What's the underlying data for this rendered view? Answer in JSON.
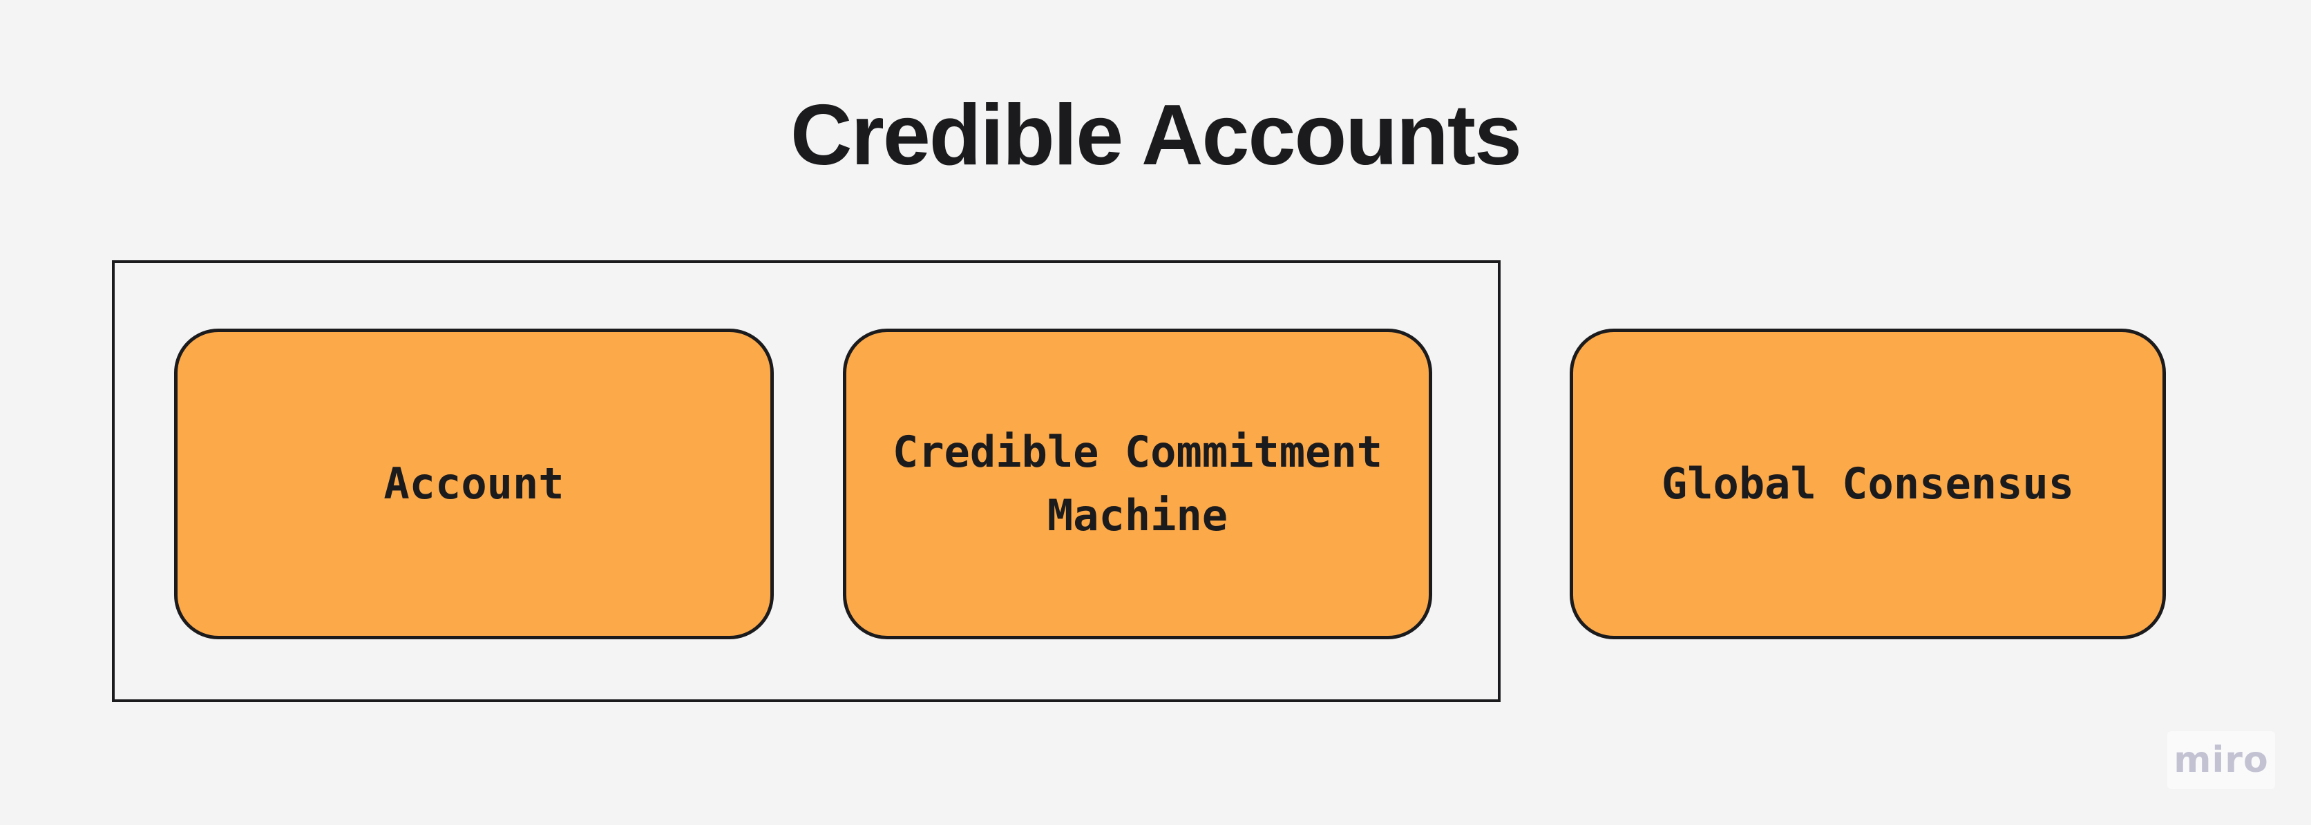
{
  "board": {
    "background_color": "#f4f4f5"
  },
  "title": {
    "text": "Credible Accounts",
    "color": "#1b1b1d"
  },
  "diagram": {
    "shape_fill_color": "#fca94a",
    "shape_border_color": "#1b1b1d",
    "label_color": "#1b1b1d",
    "container": {
      "type": "rectangle",
      "border_color": "#1b1b1d",
      "contains_labels": [
        "Account",
        "Credible Commitment Machine"
      ]
    },
    "nodes": [
      {
        "label": "Account",
        "in_container": true
      },
      {
        "label": "Credible Commitment Machine",
        "in_container": true
      },
      {
        "label": "Global Consensus",
        "in_container": false
      }
    ]
  },
  "watermark": {
    "text": "miro",
    "text_color": "#c3c2d3",
    "background_color": "#fafafb"
  }
}
